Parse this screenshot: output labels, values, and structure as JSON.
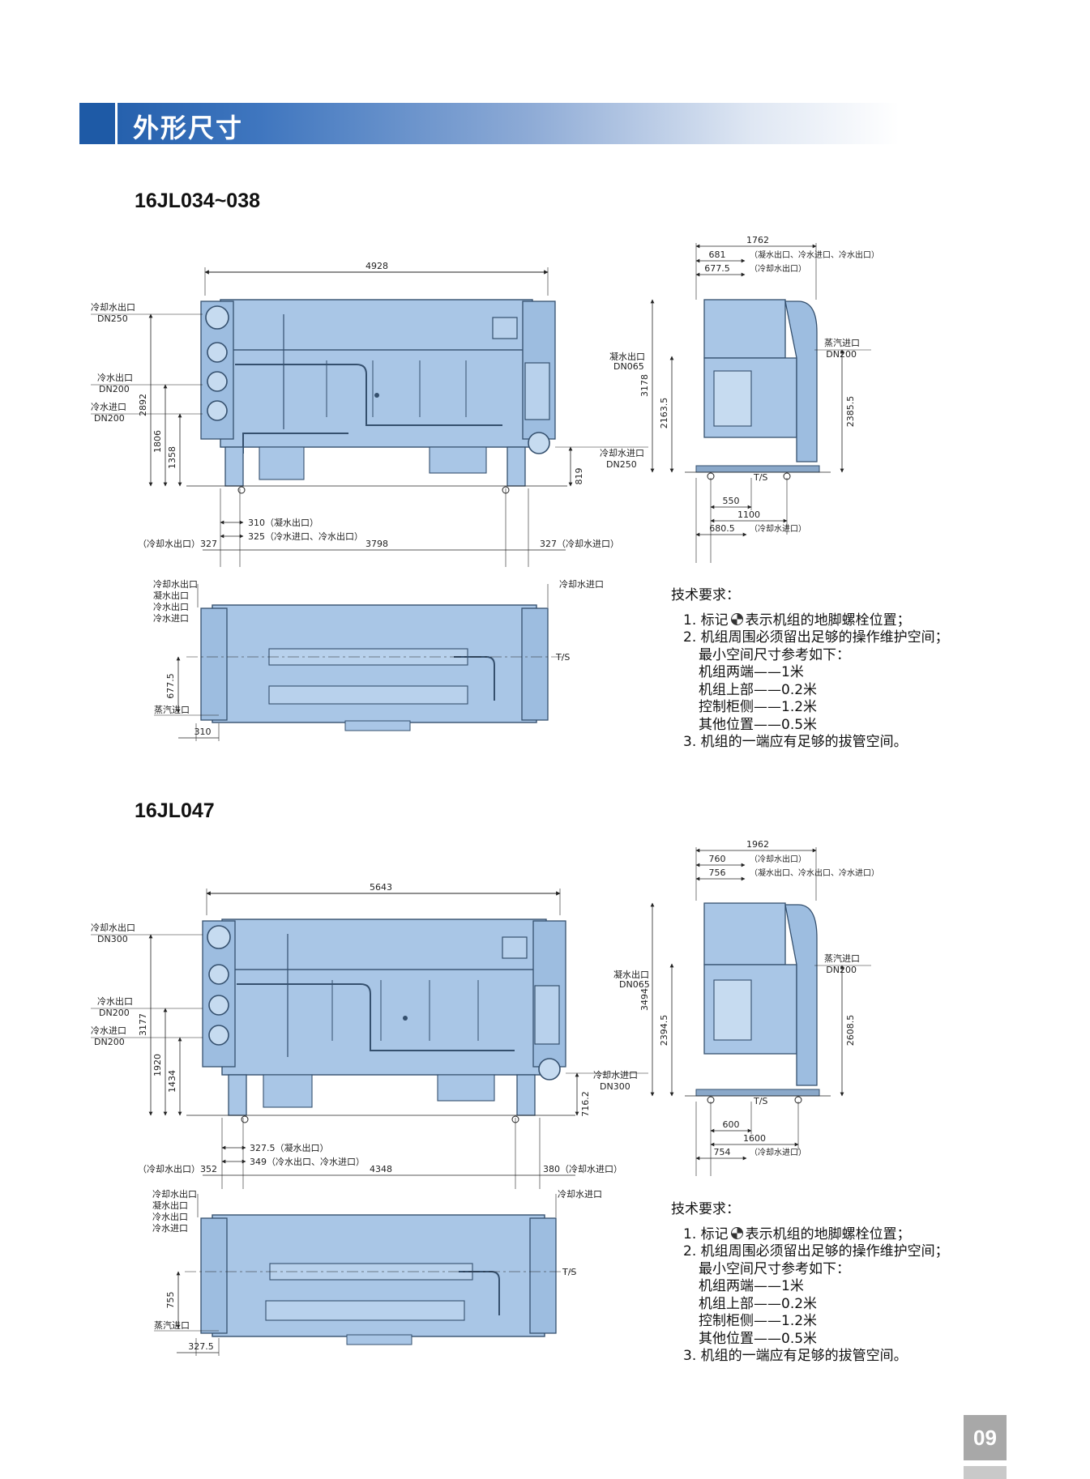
{
  "header": {
    "title": "外形尺寸"
  },
  "page_number": "09",
  "colors": {
    "unit_body": "#a9c6e6",
    "unit_edge": "#35506e",
    "header_blue": "#1e5aa6"
  },
  "sections": [
    {
      "model": "16JL034~038",
      "front": {
        "overall_length": "4928",
        "left_labels": [
          {
            "text": "冷却水出口",
            "sub": "DN250"
          },
          {
            "text": "冷水出口",
            "sub": "DN200"
          },
          {
            "text": "冷水进口",
            "sub": "DN200"
          }
        ],
        "right_labels": [
          {
            "text": "凝水出口",
            "sub": "DN065"
          },
          {
            "text": "冷却水进口",
            "sub": "DN250"
          }
        ],
        "heights": [
          "2892",
          "1806",
          "1358",
          "819"
        ],
        "bottom_rows": [
          "310（凝水出口）",
          "325（冷水进口、冷水出口）"
        ],
        "bottom_main": {
          "left_label": "（冷却水出口）327",
          "middle": "3798",
          "right": "327（冷却水进口）"
        }
      },
      "side": {
        "width_total": "1762",
        "w_a": "681",
        "w_a_note": "（凝水出口、冷水进口、冷水出口）",
        "w_b": "677.5",
        "w_b_note": "（冷却水出口）",
        "steam_label": "蒸汽进口",
        "steam_sub": "DN200",
        "heights": [
          "3178",
          "2163.5",
          "2385.5"
        ],
        "ts": "T/S",
        "bottom": [
          "550",
          "1100"
        ],
        "bottom_last": "680.5",
        "bottom_last_note": "（冷却水进口）"
      },
      "plan": {
        "left_labels": [
          "冷却水出口",
          "凝水出口",
          "冷水出口",
          "冷水进口"
        ],
        "right_label": "冷却水进口",
        "ts": "T/S",
        "height": "677.5",
        "steam": "蒸汽进口",
        "offset": "310"
      },
      "notes": {
        "title": "技术要求：",
        "item1a": "1. 标记",
        "item1b": "表示机组的地脚螺栓位置；",
        "item2": "2. 机组周围必须留出足够的操作维护空间；",
        "item2_sub": "最小空间尺寸参考如下：",
        "subs": [
          "机组两端——1米",
          "机组上部——0.2米",
          "控制柜侧——1.2米",
          "其他位置——0.5米"
        ],
        "item3": "3. 机组的一端应有足够的拔管空间。"
      }
    },
    {
      "model": "16JL047",
      "front": {
        "overall_length": "5643",
        "left_labels": [
          {
            "text": "冷却水出口",
            "sub": "DN300"
          },
          {
            "text": "冷水出口",
            "sub": "DN200"
          },
          {
            "text": "冷水进口",
            "sub": "DN200"
          }
        ],
        "right_labels": [
          {
            "text": "凝水出口",
            "sub": "DN065"
          },
          {
            "text": "冷却水进口",
            "sub": "DN300"
          }
        ],
        "heights": [
          "3177",
          "1920",
          "1434",
          "716.2"
        ],
        "bottom_rows": [
          "327.5（凝水出口）",
          "349（冷水出口、冷水进口）"
        ],
        "bottom_main": {
          "left_label": "（冷却水出口）352",
          "middle": "4348",
          "right": "380（冷却水进口）"
        }
      },
      "side": {
        "width_total": "1962",
        "w_a": "760",
        "w_a_note": "（冷却水出口）",
        "w_b": "756",
        "w_b_note": "（凝水出口、冷水出口、冷水进口）",
        "steam_label": "蒸汽进口",
        "steam_sub": "DN200",
        "heights": [
          "3494",
          "2394.5",
          "2608.5"
        ],
        "ts": "T/S",
        "bottom": [
          "600",
          "1600"
        ],
        "bottom_last": "754",
        "bottom_last_note": "（冷却水进口）"
      },
      "plan": {
        "left_labels": [
          "冷却水出口",
          "凝水出口",
          "冷水出口",
          "冷水进口"
        ],
        "right_label": "冷却水进口",
        "ts": "T/S",
        "height": "755",
        "steam": "蒸汽进口",
        "offset": "327.5"
      },
      "notes": {
        "title": "技术要求：",
        "item1a": "1. 标记",
        "item1b": "表示机组的地脚螺栓位置；",
        "item2": "2. 机组周围必须留出足够的操作维护空间；",
        "item2_sub": "最小空间尺寸参考如下：",
        "subs": [
          "机组两端——1米",
          "机组上部——0.2米",
          "控制柜侧——1.2米",
          "其他位置——0.5米"
        ],
        "item3": "3. 机组的一端应有足够的拔管空间。"
      }
    }
  ]
}
